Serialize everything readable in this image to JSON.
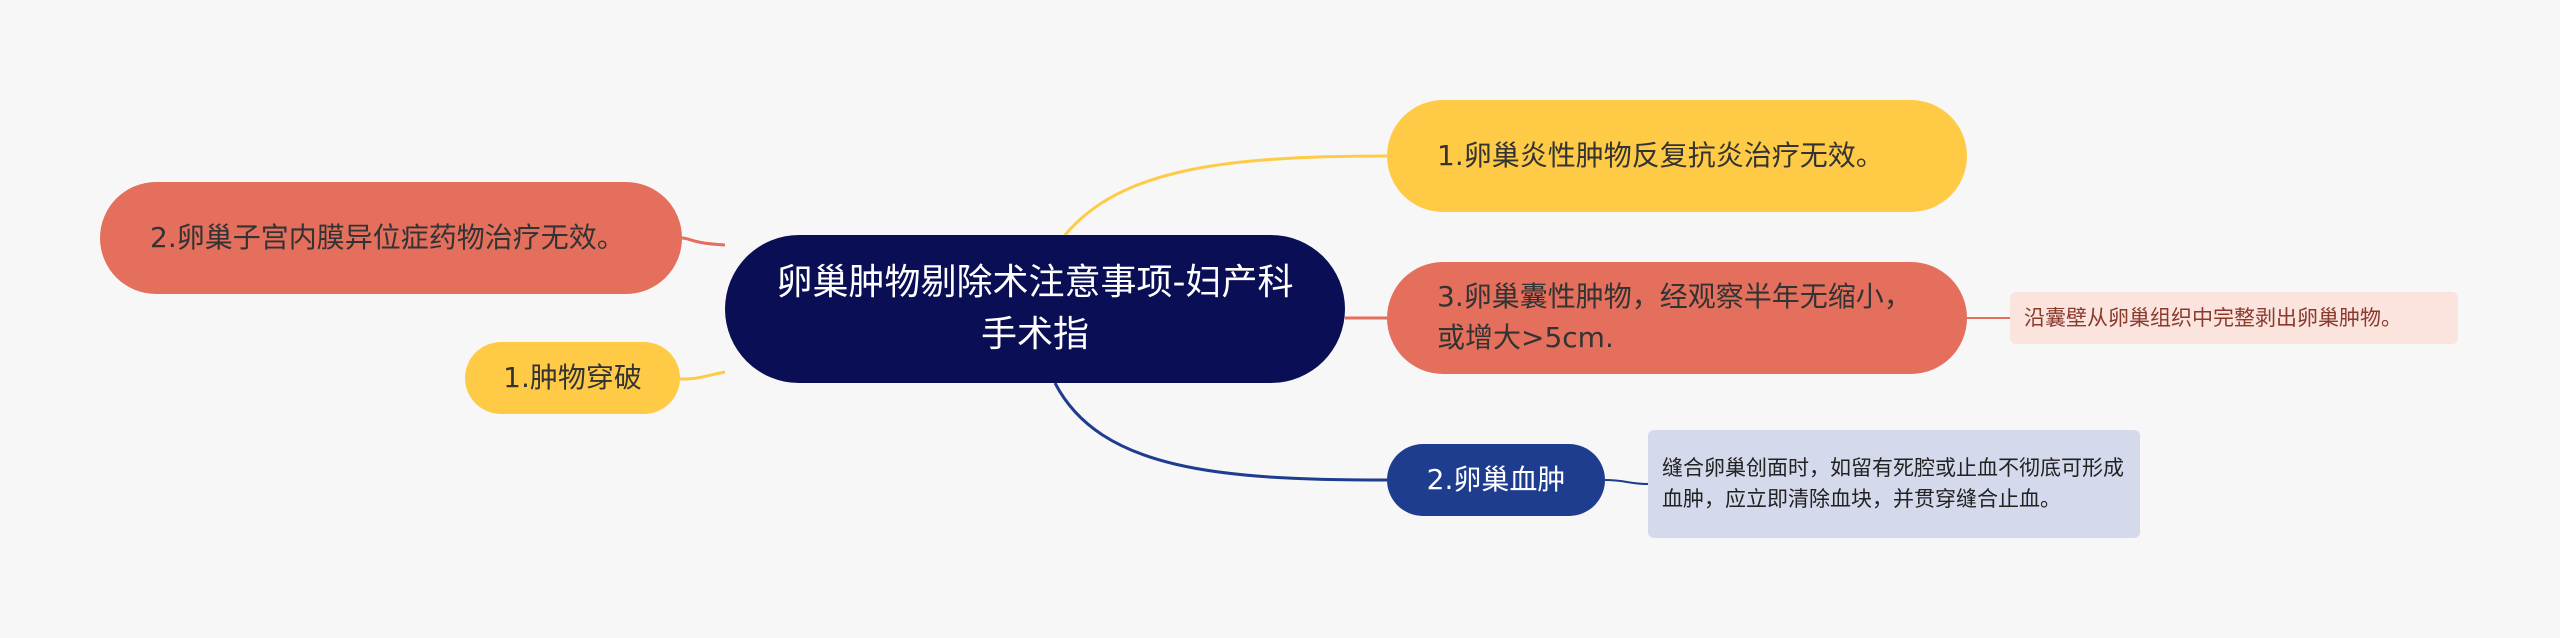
{
  "root": {
    "label": "卵巢肿物剔除术注意事项-妇产科手术指"
  },
  "nodes": {
    "left_1": "2.卵巢子宫内膜异位症药物治疗无效。",
    "left_2": "1.肿物穿破",
    "right_1": "1.卵巢炎性肿物反复抗炎治疗无效。",
    "right_2": "3.卵巢囊性肿物，经观察半年无缩小，或增大>5cm.",
    "right_3": "2.卵巢血肿"
  },
  "leaves": {
    "right_2_note": "沿囊壁从卵巢组织中完整剥出卵巢肿物。",
    "right_3_note": "缝合卵巢创面时，如留有死腔或止血不彻底可形成血肿，应立即清除血块，并贯穿缝合止血。"
  },
  "colors": {
    "background": "#f7f7f7",
    "root": "#0a0f55",
    "red": "#e36f5c",
    "yellow": "#ffcb47",
    "blue": "#1f3d8f",
    "pink_leaf": "#fbe3de",
    "blue_leaf": "#d5d9ec"
  }
}
